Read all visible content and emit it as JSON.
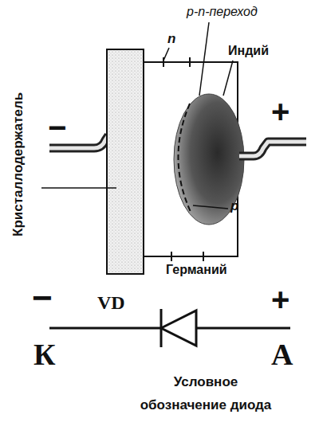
{
  "diagram": {
    "caption": "Условное обозначение диода",
    "labels": [
      "p-n-переход",
      "n",
      "Индий",
      "−",
      "+",
      "Кристаллодержатель",
      "p",
      "Германий",
      "−",
      "VD",
      "+",
      "К",
      "A"
    ]
  }
}
